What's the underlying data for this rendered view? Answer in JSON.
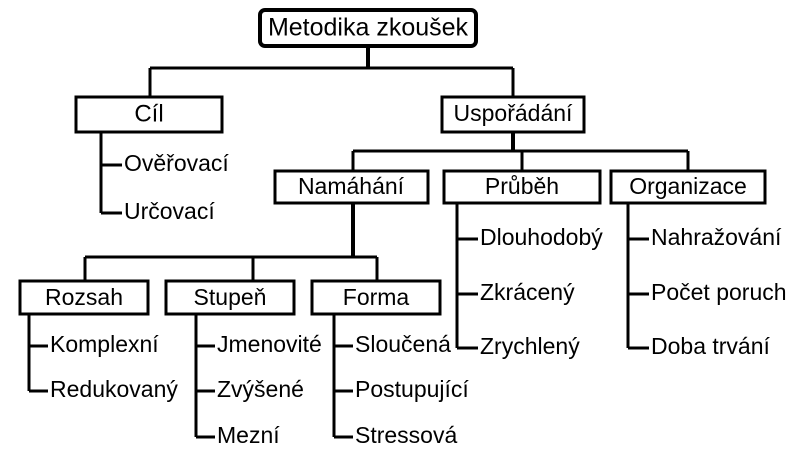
{
  "diagram": {
    "type": "tree",
    "title": "Metodika zkoušek",
    "colors": {
      "background": "#ffffff",
      "stroke": "#000000",
      "text": "#000000"
    },
    "root": {
      "label": "Metodika zkoušek"
    },
    "level1": [
      {
        "id": "cil",
        "label": "Cíl"
      },
      {
        "id": "usporadani",
        "label": "Uspořádání"
      }
    ],
    "level2": [
      {
        "id": "namahani",
        "label": "Namáhání",
        "parent": "usporadani"
      },
      {
        "id": "prubeh",
        "label": "Průběh",
        "parent": "usporadani"
      },
      {
        "id": "organizace",
        "label": "Organizace",
        "parent": "usporadani"
      }
    ],
    "level3": [
      {
        "id": "rozsah",
        "label": "Rozsah",
        "parent": "namahani"
      },
      {
        "id": "stupen",
        "label": "Stupeň",
        "parent": "namahani"
      },
      {
        "id": "forma",
        "label": "Forma",
        "parent": "namahani"
      }
    ],
    "leaves": {
      "cil": [
        "Ověřovací",
        "Určovací"
      ],
      "prubeh": [
        "Dlouhodobý",
        "Zkrácený",
        "Zrychlený"
      ],
      "organizace": [
        "Nahražování",
        "Počet poruch",
        "Doba trvání"
      ],
      "rozsah": [
        "Komplexní",
        "Redukovaný"
      ],
      "stupen": [
        "Jmenovité",
        "Zvýšené",
        "Mezní"
      ],
      "forma": [
        "Sloučená",
        "Postupující",
        "Stressová"
      ]
    }
  }
}
